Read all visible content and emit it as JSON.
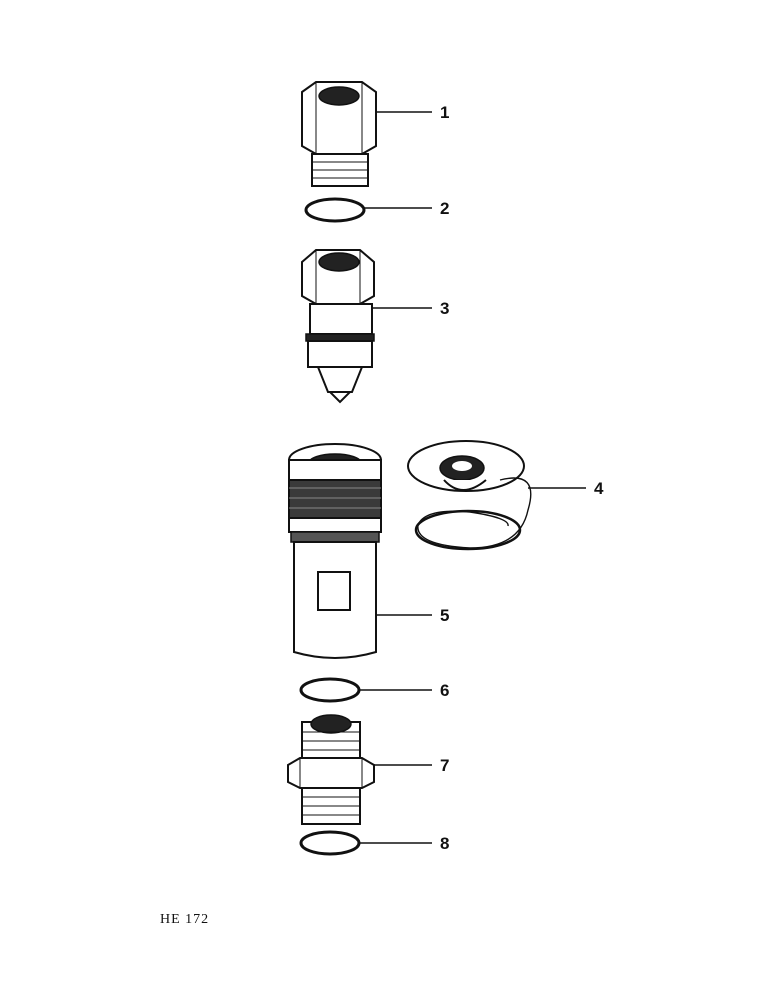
{
  "figure_code": "HE 172",
  "callouts": [
    {
      "id": "1",
      "label": "1"
    },
    {
      "id": "2",
      "label": "2"
    },
    {
      "id": "3",
      "label": "3"
    },
    {
      "id": "4",
      "label": "4"
    },
    {
      "id": "5",
      "label": "5"
    },
    {
      "id": "6",
      "label": "6"
    },
    {
      "id": "7",
      "label": "7"
    },
    {
      "id": "8",
      "label": "8"
    }
  ]
}
